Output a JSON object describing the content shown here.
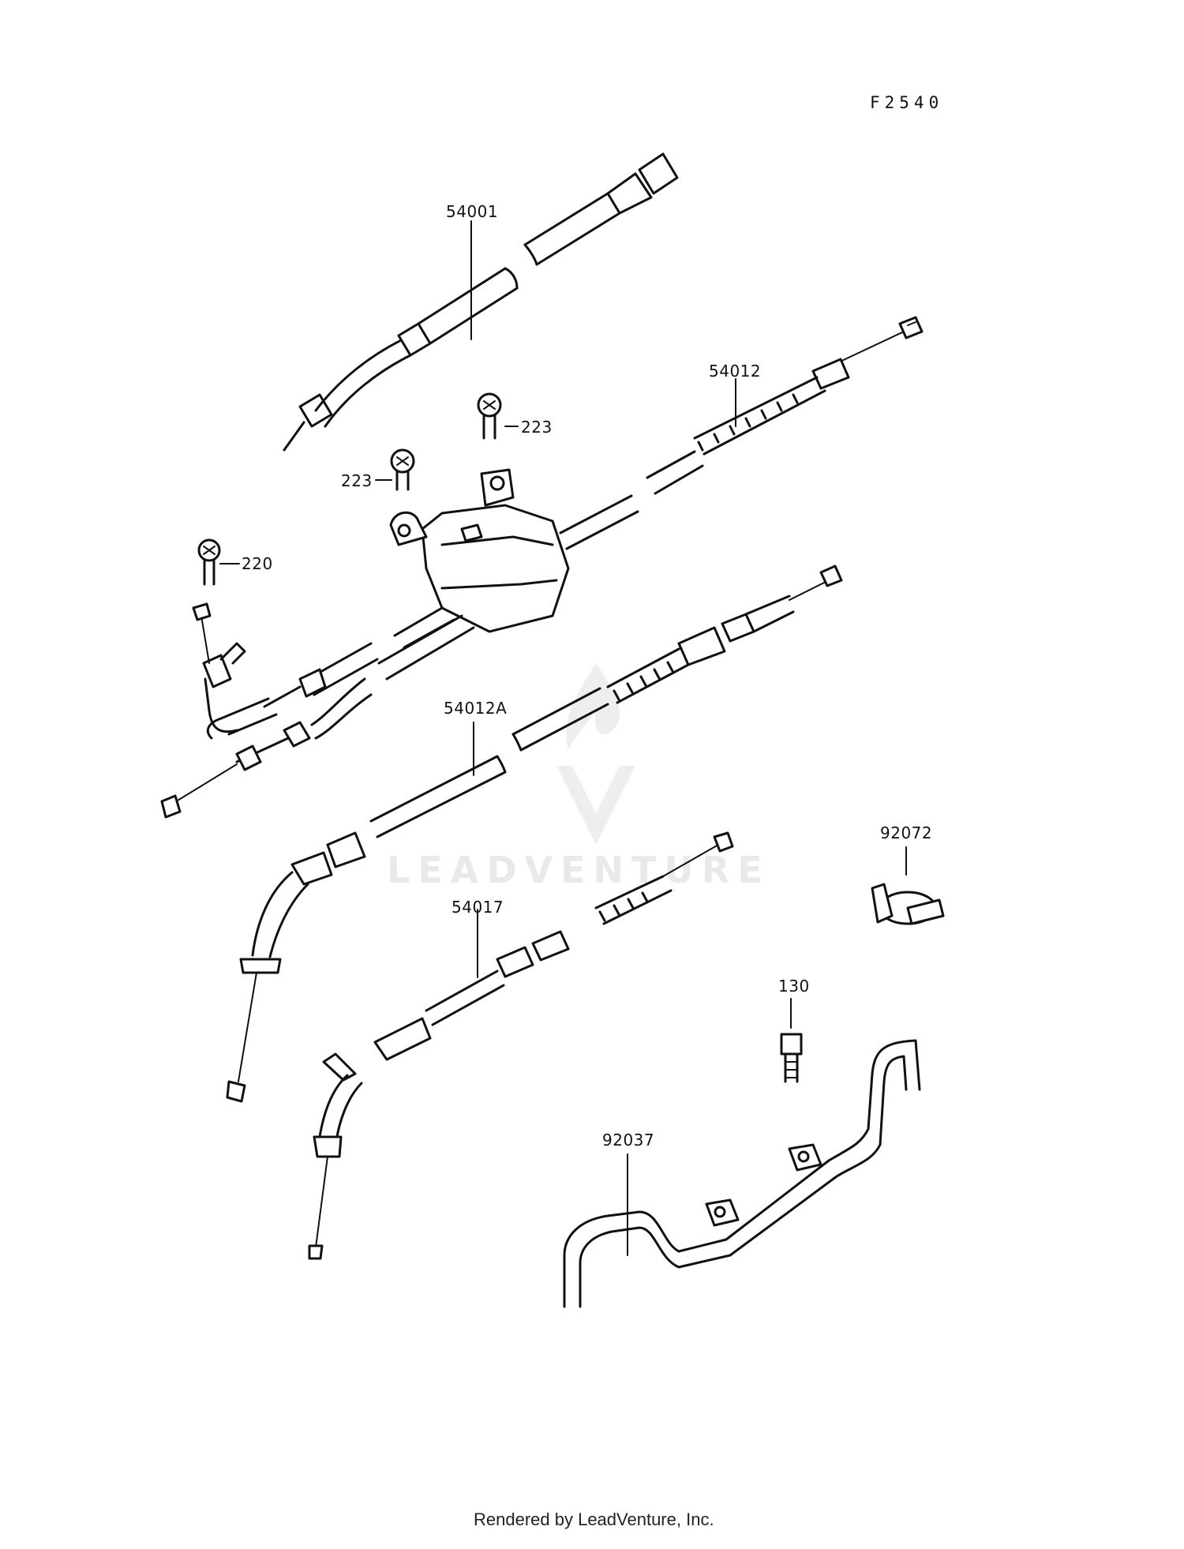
{
  "diagram_code": "F2540",
  "parts": [
    {
      "id": "p54001",
      "number": "54001"
    },
    {
      "id": "p54012",
      "number": "54012"
    },
    {
      "id": "p223a",
      "number": "223"
    },
    {
      "id": "p223b",
      "number": "223"
    },
    {
      "id": "p220",
      "number": "220"
    },
    {
      "id": "p54012A",
      "number": "54012A"
    },
    {
      "id": "p92072",
      "number": "92072"
    },
    {
      "id": "p54017",
      "number": "54017"
    },
    {
      "id": "p130",
      "number": "130"
    },
    {
      "id": "p92037",
      "number": "92037"
    }
  ],
  "watermark": "LEADVENTURE",
  "footer": "Rendered by LeadVenture, Inc."
}
